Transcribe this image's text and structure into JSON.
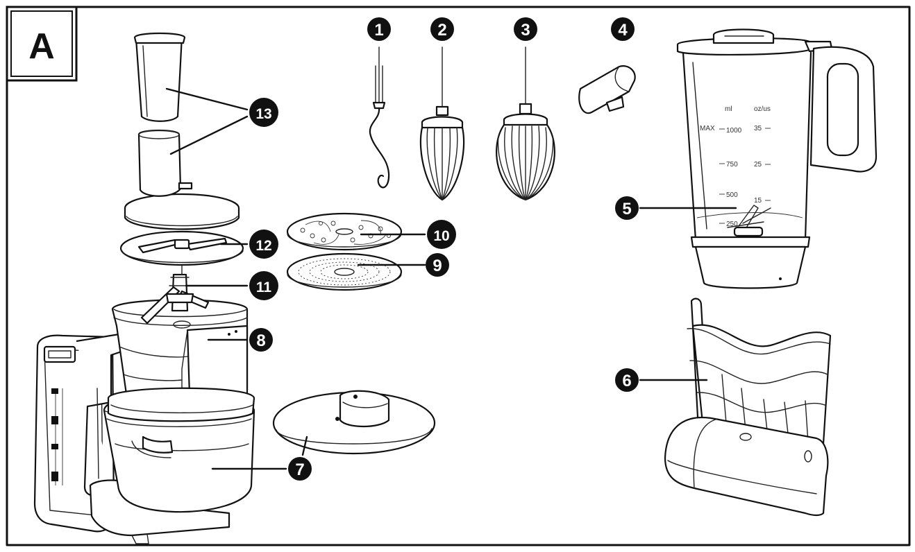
{
  "figure": {
    "panel_label": "A"
  },
  "jug_scale": {
    "header_ml": "ml",
    "header_oz": "oz/us",
    "max_label": "MAX",
    "ml_marks": [
      "1000",
      "750",
      "500",
      "250"
    ],
    "oz_marks": [
      "35",
      "25",
      "15"
    ]
  },
  "callouts": [
    {
      "number": "1",
      "part": "dough-hook"
    },
    {
      "number": "2",
      "part": "whisk"
    },
    {
      "number": "3",
      "part": "beater"
    },
    {
      "number": "4",
      "part": "jug-lid-cap"
    },
    {
      "number": "5",
      "part": "blender-jug"
    },
    {
      "number": "6",
      "part": "accessory-holder"
    },
    {
      "number": "7",
      "part": "bowl-lid"
    },
    {
      "number": "8",
      "part": "processor-bowl"
    },
    {
      "number": "9",
      "part": "grating-disc"
    },
    {
      "number": "10",
      "part": "shredding-disc"
    },
    {
      "number": "11",
      "part": "blade-holder"
    },
    {
      "number": "12",
      "part": "slicing-disc"
    },
    {
      "number": "13",
      "part": "food-pusher"
    }
  ],
  "colors": {
    "ink": "#111111",
    "paper": "#ffffff"
  }
}
